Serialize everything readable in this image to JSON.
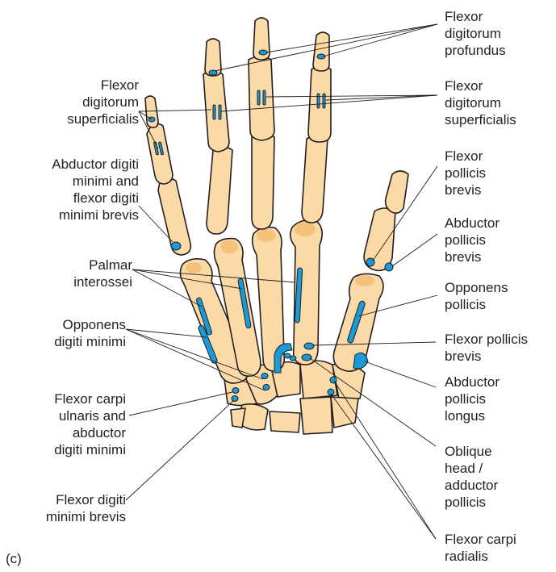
{
  "figure": {
    "panel_letter": "(c)",
    "labels_left": [
      {
        "id": "fds-left",
        "text": "Flexor\ndigitorum\nsuperficialis"
      },
      {
        "id": "abductor-dm",
        "text": "Abductor digiti\nminimi and\nflexor digiti\nminimi brevis"
      },
      {
        "id": "palmar-interossei",
        "text": "Palmar\ninterossei"
      },
      {
        "id": "opponens-dm",
        "text": "Opponens\ndigiti minimi"
      },
      {
        "id": "fcu",
        "text": "Flexor carpi\nulnaris and\nabductor\ndigiti minimi"
      },
      {
        "id": "fdmb",
        "text": "Flexor digiti\nminimi brevis"
      }
    ],
    "labels_right": [
      {
        "id": "fdp",
        "text": "Flexor\ndigitorum\nprofundus"
      },
      {
        "id": "fds-right",
        "text": "Flexor\ndigitorum\nsuperficialis"
      },
      {
        "id": "fpb-top",
        "text": "Flexor\npollicis\nbrevis"
      },
      {
        "id": "apb",
        "text": "Abductor\npollicis\nbrevis"
      },
      {
        "id": "opponens-p",
        "text": "Opponens\npollicis"
      },
      {
        "id": "fpb-mid",
        "text": "Flexor pollicis\nbrevis"
      },
      {
        "id": "apl",
        "text": "Abductor\npollicis\nlongus"
      },
      {
        "id": "oblique",
        "text": "Oblique\nhead /\nadductor\npollicis"
      },
      {
        "id": "fcr",
        "text": "Flexor carpi\nradialis"
      }
    ]
  },
  "colors": {
    "bone_fill": "#fcdaa8",
    "bone_head": "#f5c27c",
    "attachment": "#1a9bd7",
    "outline": "#231f20"
  }
}
